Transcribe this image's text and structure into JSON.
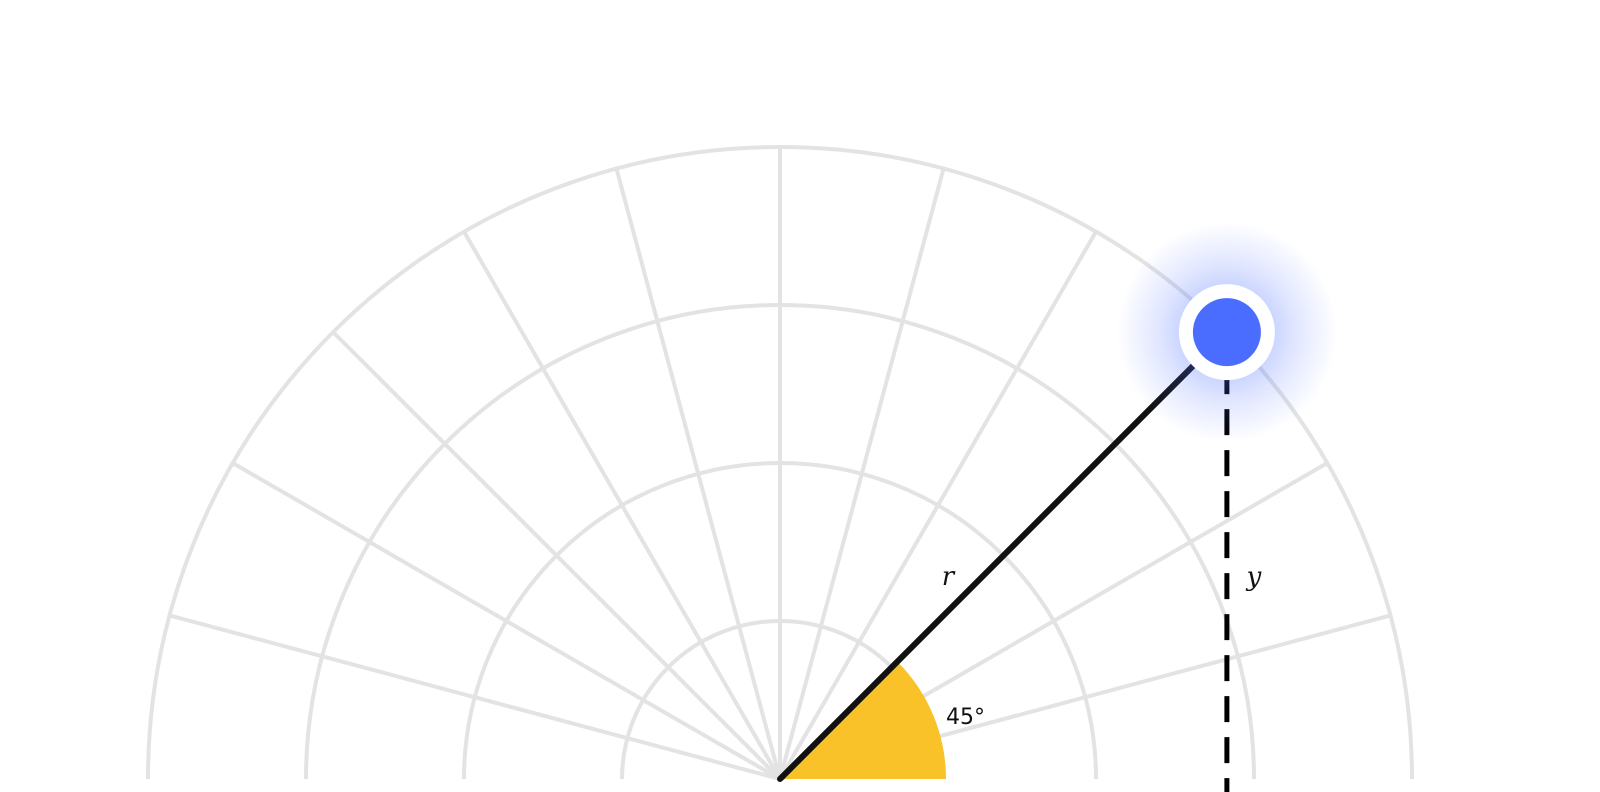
{
  "diagram": {
    "labels": {
      "radius": "r",
      "vertical": "y",
      "angle": "45°"
    },
    "angle_deg": 45,
    "grid": {
      "ring_count": 4,
      "spoke_step_deg": 15
    },
    "colors": {
      "grid": "#e3e3e3",
      "angle_fill": "#f8c228",
      "ray": "#111111",
      "point": "#4a6dff",
      "point_ring": "#ffffff"
    }
  }
}
